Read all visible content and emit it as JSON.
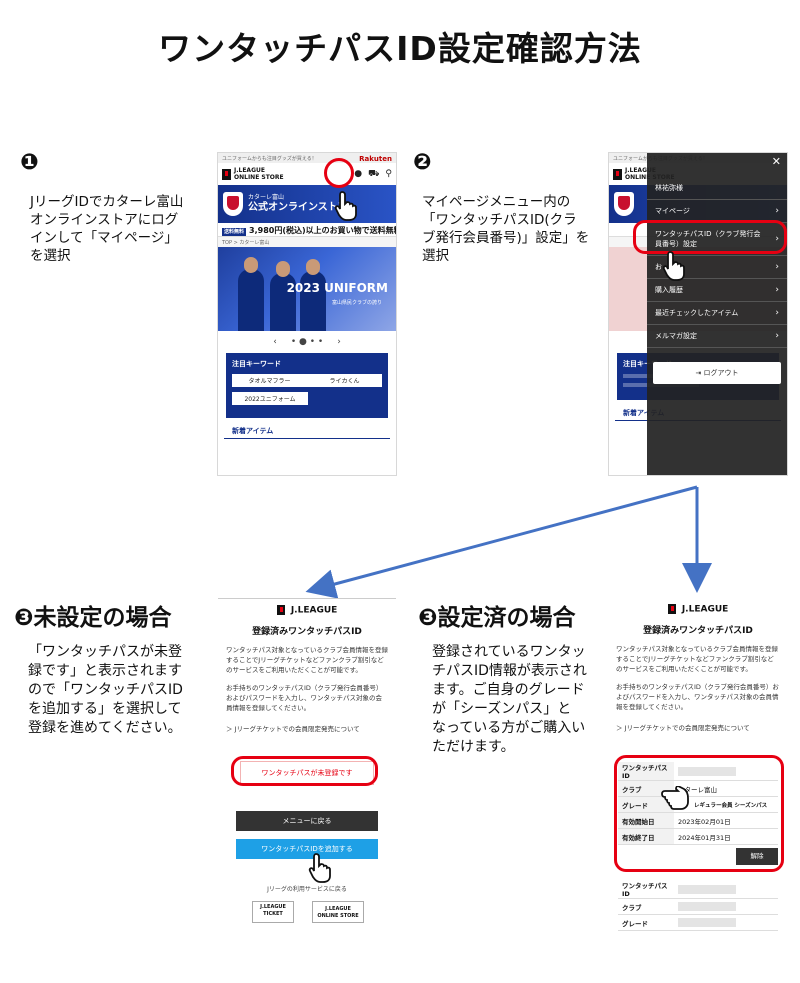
{
  "title": "ワンタッチパスID設定確認方法",
  "colors": {
    "accent_red": "#e60012",
    "arrow_blue": "#4472c4",
    "club_blue": "#13308a"
  },
  "step1": {
    "number": "❶",
    "description": [
      "JリーグIDでカターレ富山",
      "オンラインストアにログ",
      "インして「マイページ」",
      "を選択"
    ],
    "screen": {
      "top_strip": "ユニフォームからも注目グッズが買える！",
      "powered_by": "Rakuten",
      "store_name": [
        "J.LEAGUE",
        "ONLINE STORE"
      ],
      "banner_small": "カターレ富山",
      "banner_big": "公式オンラインストア",
      "shipping_tag": "送料無料",
      "shipping": "3,980円(税込)以上のお買い物で送料無料",
      "breadcrumb": "TOP > カターレ富山",
      "hero_year": "2023 UNIFORM",
      "hero_sub": "富山県民クラブの誇り",
      "keywords_title": "注目キーワード",
      "keywords": [
        "タオルマフラー",
        "ライカくん",
        "2022ユニフォーム"
      ],
      "new_items": "新着アイテム"
    }
  },
  "step2": {
    "number": "❷",
    "description": [
      "マイページメニュー内の",
      "「ワンタッチパスID(クラ",
      "ブ発行会員番号)」設定」を",
      "選択"
    ],
    "menu": {
      "user": "林祐弥様",
      "items": [
        "マイページ",
        "ワンタッチパスID（クラブ発行会員番号）設定",
        "お",
        "購入履歴",
        "最近チェックしたアイテム",
        "メルマガ設定"
      ],
      "logout": "ログアウト"
    }
  },
  "step3a": {
    "heading": "❸未設定の場合",
    "description": [
      "「ワンタッチパスが未登",
      "録です」と表示されます",
      "ので「ワンタッチパスID",
      "を追加する」を選択して",
      "登録を進めてください。"
    ]
  },
  "step3b": {
    "heading": "❸設定済の場合",
    "description": [
      "登録されているワンタッ",
      "チパスID情報が表示され",
      "ます。ご自身のグレード",
      "が「シーズンパス」と",
      "なっている方がご購入い",
      "ただけます。"
    ]
  },
  "pass_page": {
    "logo": "J.LEAGUE",
    "title": "登録済みワンタッチパスID",
    "body1": "ワンタッチパス対象となっているクラブ会員情報を登録することでJリーグチケットなどファンクラブ割引などのサービスをご利用いただくことが可能です。",
    "body2": "お手持ちのワンタッチパスID（クラブ発行会員番号）およびパスワードを入力し、ワンタッチパス対象の会員情報を登録してください。",
    "link": "＞ Jリーグチケットでの会員限定発売について",
    "unregistered": "ワンタッチパスが未登録です",
    "back_menu": "メニューに戻る",
    "add_pass": "ワンタッチパスIDを追加する",
    "services": "Jリーグの利用サービスに戻る",
    "logo_ticket": [
      "J.LEAGUE",
      "TICKET"
    ],
    "logo_store": [
      "J.LEAGUE",
      "ONLINE STORE"
    ]
  },
  "registered_table": {
    "labels": [
      "ワンタッチパスID",
      "クラブ",
      "グレード",
      "有効開始日",
      "有効終了日"
    ],
    "club": "カターレ富山",
    "grade": "レギュラー会員 シーズンパス",
    "start": "2023年02月01日",
    "end": "2024年01月31日",
    "release": "解除",
    "second_labels": [
      "ワンタッチパスID",
      "クラブ",
      "グレード"
    ]
  }
}
